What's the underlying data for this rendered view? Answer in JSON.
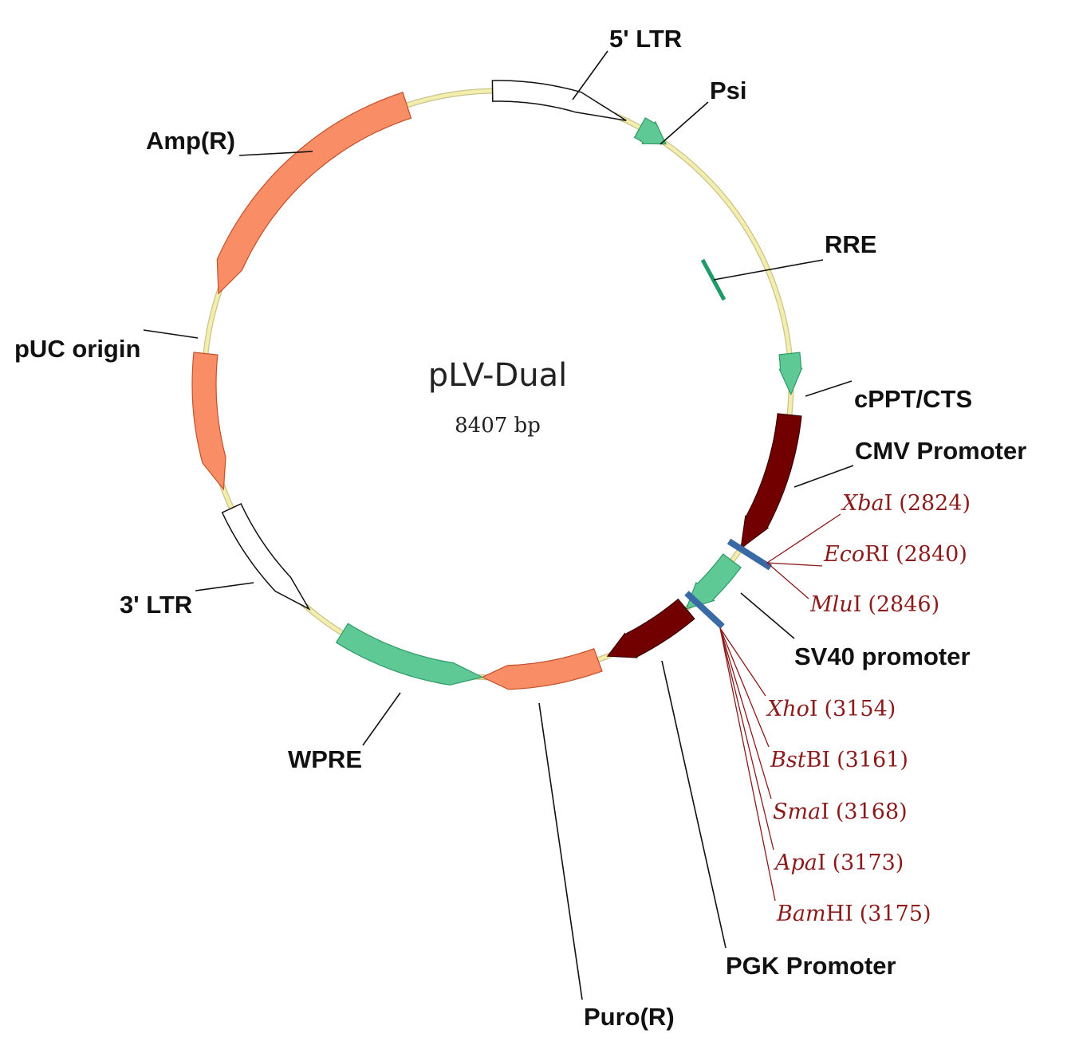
{
  "plasmid": {
    "name": "pLV-Dual",
    "size_label": "8407 bp"
  },
  "colors": {
    "backbone": "#f3eeae",
    "backbone_edge": "#c9c48a",
    "salmon": "#f98d66",
    "green": "#5ec995",
    "maroon": "#730000",
    "white": "#ffffff",
    "site_bar": "#3a6aa5",
    "site_text": "#8b1a1a"
  },
  "features": [
    {
      "id": "ltr5",
      "label": "5' LTR",
      "color": "white",
      "kind": "arrow",
      "direction": "cw"
    },
    {
      "id": "psi",
      "label": "Psi",
      "color": "green",
      "kind": "arrow",
      "direction": "cw"
    },
    {
      "id": "rre",
      "label": "RRE",
      "color": "green",
      "kind": "tick"
    },
    {
      "id": "cppt",
      "label": "cPPT/CTS",
      "color": "green",
      "kind": "arrow",
      "direction": "cw"
    },
    {
      "id": "cmv",
      "label": "CMV Promoter",
      "color": "maroon",
      "kind": "arrow",
      "direction": "cw"
    },
    {
      "id": "sv40",
      "label": "SV40 promoter",
      "color": "green",
      "kind": "arrow",
      "direction": "cw"
    },
    {
      "id": "pgk",
      "label": "PGK Promoter",
      "color": "maroon",
      "kind": "arrow",
      "direction": "cw"
    },
    {
      "id": "puro",
      "label": "Puro(R)",
      "color": "salmon",
      "kind": "arrow",
      "direction": "cw"
    },
    {
      "id": "wpre",
      "label": "WPRE",
      "color": "green",
      "kind": "arrow",
      "direction": "ccw"
    },
    {
      "id": "ltr3",
      "label": "3' LTR",
      "color": "white",
      "kind": "arrow",
      "direction": "ccw"
    },
    {
      "id": "puc",
      "label": "pUC origin",
      "color": "salmon",
      "kind": "arrow",
      "direction": "ccw"
    },
    {
      "id": "amp",
      "label": "Amp(R)",
      "color": "salmon",
      "kind": "arrow",
      "direction": "ccw"
    }
  ],
  "sites": [
    {
      "enzyme": "Xba",
      "suffix": "I",
      "position": "(2824)"
    },
    {
      "enzyme": "Eco",
      "suffix": "RI",
      "position": "(2840)"
    },
    {
      "enzyme": "Mlu",
      "suffix": "I",
      "position": "(2846)"
    },
    {
      "enzyme": "Xho",
      "suffix": "I",
      "position": "(3154)"
    },
    {
      "enzyme": "Bst",
      "suffix": "BI",
      "position": "(3161)"
    },
    {
      "enzyme": "Sma",
      "suffix": "I",
      "position": "(3168)"
    },
    {
      "enzyme": "Apa",
      "suffix": "I",
      "position": "(3173)"
    },
    {
      "enzyme": "Bam",
      "suffix": "HI",
      "position": "(3175)"
    }
  ]
}
